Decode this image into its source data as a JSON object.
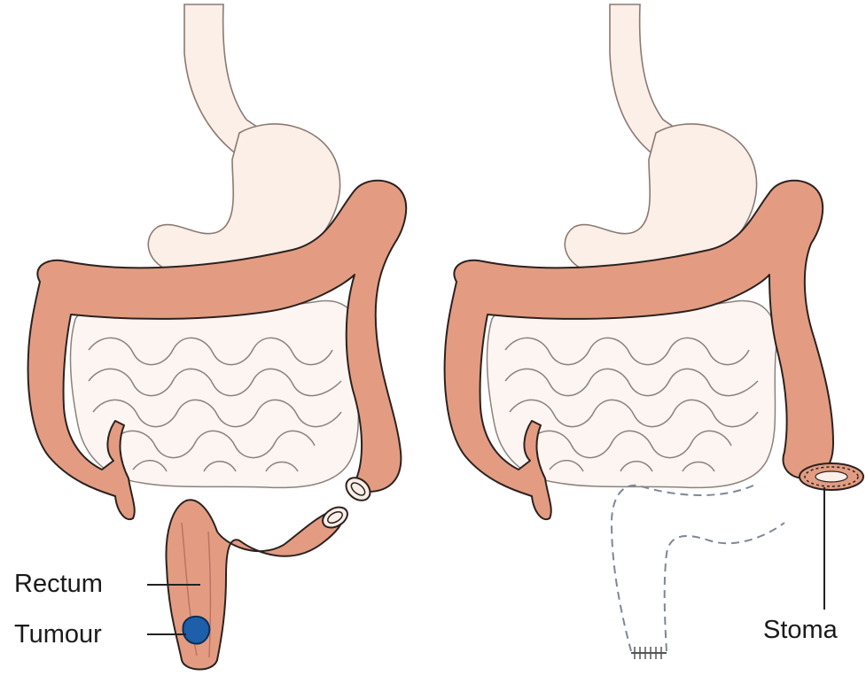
{
  "labels": {
    "rectum": "Rectum",
    "tumour": "Tumour",
    "stoma": "Stoma"
  },
  "colors": {
    "colon": "#e39c82",
    "colon_outline": "#2b2220",
    "pale_organ": "#fbefe8",
    "tumour": "#1d5fa8",
    "dashed_outline": "#7d8796"
  }
}
